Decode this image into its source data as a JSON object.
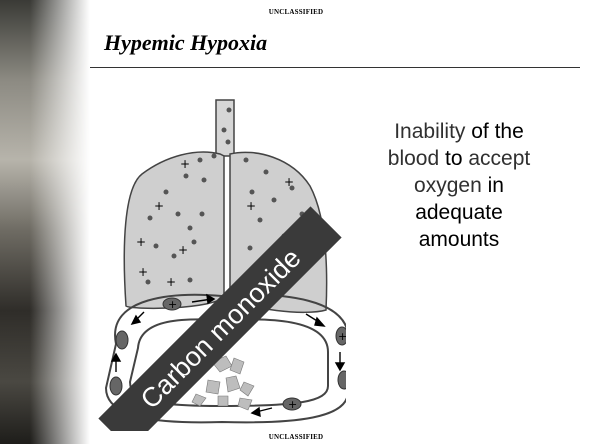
{
  "header": {
    "classification": "UNCLASSIFIED"
  },
  "footer": {
    "classification": "UNCLASSIFIED"
  },
  "slide": {
    "title": "Hypemic Hypoxia",
    "body_parts": [
      "Inability",
      " of the",
      "blood",
      " to ",
      "accept",
      "oxygen",
      " in",
      "adequate",
      "amounts"
    ],
    "banner": "Carbon monoxide"
  },
  "colors": {
    "lung_fill": "#cfcfcf",
    "banner_fill": "#3a3a3a",
    "banner_text": "#ffffff",
    "dot": "#555555"
  }
}
